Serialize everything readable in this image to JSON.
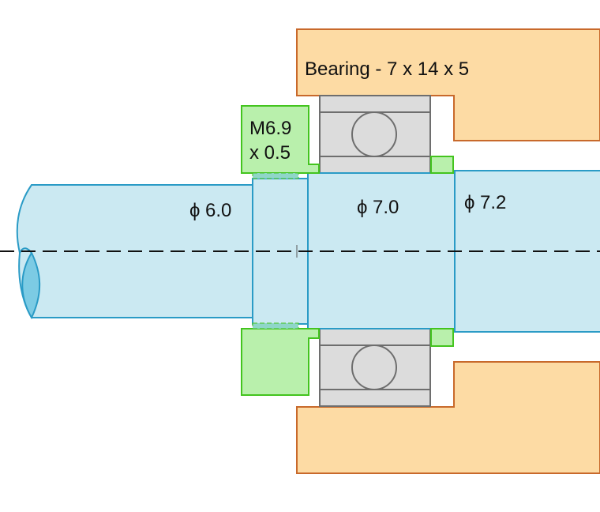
{
  "labels": {
    "bearing": "Bearing - 7 x 14 x 5",
    "nut_line1": "M6.9",
    "nut_line2": "x 0.5",
    "phi_symbol": "ϕ",
    "dia_shaft": "6.0",
    "dia_seat": "7.0",
    "dia_shoulder": "7.2"
  },
  "colors": {
    "housing_fill": "#fddba4",
    "housing_stroke": "#c8692b",
    "shaft_fill": "#cbe9f2",
    "shaft_stroke": "#2a9bc6",
    "shaft_end_fill": "#7ccbe4",
    "nut_fill": "#b9f0ac",
    "nut_stroke": "#43c41e",
    "thread_fill": "#8fd6c8",
    "bearing_fill": "#dcdcdc",
    "bearing_stroke": "#6e6e6e",
    "centerline": "#111111"
  }
}
